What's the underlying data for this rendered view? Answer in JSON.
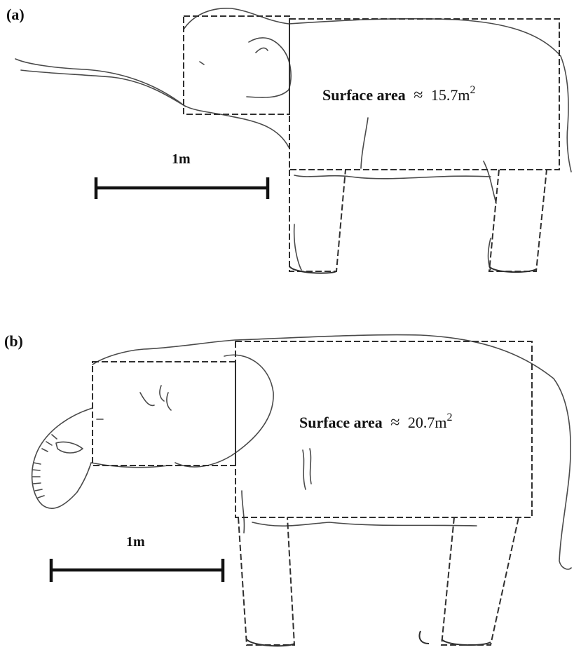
{
  "panels": [
    {
      "label": "(a)",
      "area_name": "Surface area",
      "approx_symbol": "≈",
      "area_value": "15.7m",
      "area_exp": "2",
      "scale_label": "1m"
    },
    {
      "label": "(b)",
      "area_name": "Surface area",
      "approx_symbol": "≈",
      "area_value": "20.7m",
      "area_exp": "2",
      "scale_label": "1m"
    }
  ]
}
